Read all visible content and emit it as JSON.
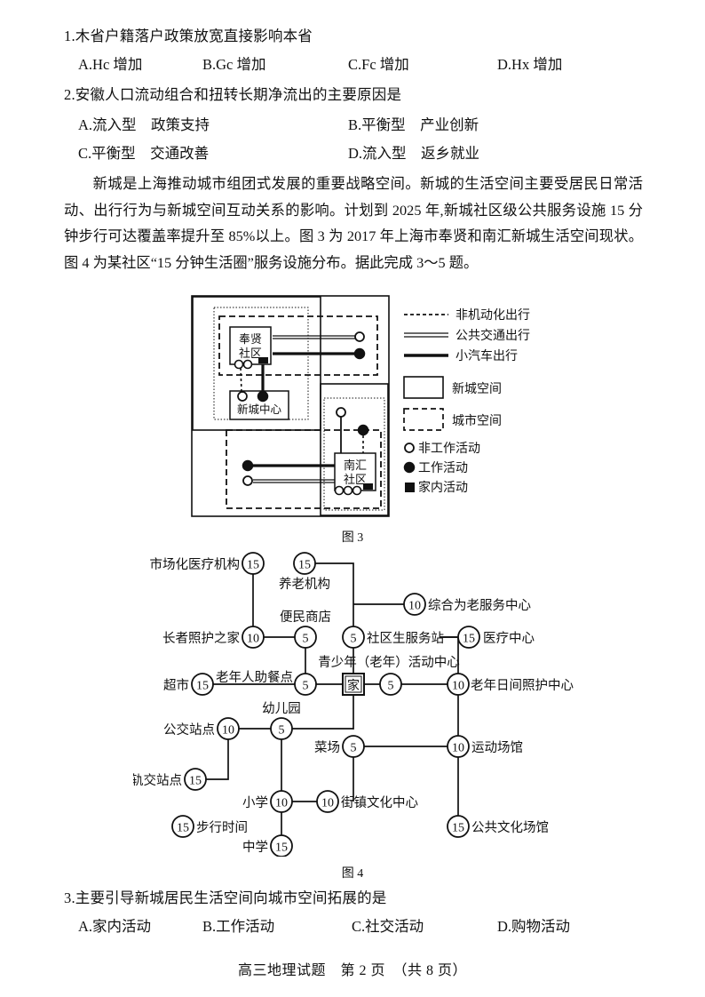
{
  "questions": [
    {
      "number": "1.",
      "stem": "木省户籍落户政策放宽直接影响本省",
      "options": [
        {
          "label": "A.",
          "text": "Hc 增加"
        },
        {
          "label": "B.",
          "text": "Gc 增加"
        },
        {
          "label": "C.",
          "text": "Fc 增加"
        },
        {
          "label": "D.",
          "text": "Hx 增加"
        }
      ]
    },
    {
      "number": "2.",
      "stem": "安徽人口流动组合和扭转长期净流出的主要原因是",
      "options": [
        {
          "label": "A.",
          "text": "流入型　政策支持"
        },
        {
          "label": "B.",
          "text": "平衡型　产业创新"
        },
        {
          "label": "C.",
          "text": "平衡型　交通改善"
        },
        {
          "label": "D.",
          "text": "流入型　返乡就业"
        }
      ]
    },
    {
      "number": "3.",
      "stem": "主要引导新城居民生活空间向城市空间拓展的是",
      "options": [
        {
          "label": "A.",
          "text": "家内活动"
        },
        {
          "label": "B.",
          "text": "工作活动"
        },
        {
          "label": "C.",
          "text": "社交活动"
        },
        {
          "label": "D.",
          "text": "购物活动"
        }
      ]
    }
  ],
  "passage": "新城是上海推动城市组团式发展的重要战略空间。新城的生活空间主要受居民日常活动、出行行为与新城空间互动关系的影响。计划到 2025 年,新城社区级公共服务设施 15 分钟步行可达覆盖率提升至 85%以上。图 3 为 2017 年上海市奉贤和南汇新城生活空间现状。图 4 为某社区“15 分钟生活圈”服务设施分布。据此完成 3～5 题。",
  "figure3": {
    "caption": "图 3",
    "areas": [
      {
        "name": "奉贤社区",
        "line1": "奉贤",
        "line2": "社区"
      },
      {
        "name": "新城中心",
        "line1": "新城中心"
      },
      {
        "name": "南汇社区",
        "line1": "南汇",
        "line2": "社区"
      }
    ],
    "legend": [
      {
        "symbol": "dotted-line",
        "label": "非机动化出行"
      },
      {
        "symbol": "double-line",
        "label": "公共交通出行"
      },
      {
        "symbol": "thick-line",
        "label": "小汽车出行"
      },
      {
        "symbol": "solid-box",
        "label": "新城空间"
      },
      {
        "symbol": "dashed-box",
        "label": "城市空间"
      },
      {
        "symbol": "open-circle",
        "label": "非工作活动"
      },
      {
        "symbol": "filled-circle",
        "label": "工作活动"
      },
      {
        "symbol": "filled-square",
        "label": "家内活动"
      }
    ]
  },
  "figure4": {
    "caption": "图 4",
    "legend_note": {
      "value": "15",
      "label": "步行时间"
    },
    "center_node": "家",
    "nodes": [
      {
        "id": "shichanghua",
        "label": "市场化医疗机构",
        "value": "15",
        "label_side": "left"
      },
      {
        "id": "yanglao",
        "label": "养老机构",
        "value": "15",
        "label_side": "below"
      },
      {
        "id": "zonghe",
        "label": "综合为老服务中心",
        "value": "10",
        "label_side": "right"
      },
      {
        "id": "zhangzhe",
        "label": "长者照护之家",
        "value": "10",
        "label_side": "left"
      },
      {
        "id": "bianmin",
        "label": "便民商店",
        "value": "5",
        "label_side": "above"
      },
      {
        "id": "shequsheng",
        "label": "社区生服务站",
        "value": "5",
        "label_side": "right"
      },
      {
        "id": "yiliao",
        "label": "医疗中心",
        "value": "15",
        "label_side": "right"
      },
      {
        "id": "chaoshi",
        "label": "超市",
        "value": "15",
        "label_side": "left"
      },
      {
        "id": "laonianren",
        "label": "老年人助餐点",
        "value": "5",
        "label_side": "left"
      },
      {
        "id": "qingshaonian",
        "label": "青少年（老年）活动中心",
        "value": "5",
        "label_side": "above"
      },
      {
        "id": "laonianriijian",
        "label": "老年日间照护中心",
        "value": "10",
        "label_side": "right"
      },
      {
        "id": "youeryuan",
        "label": "幼儿园",
        "value": "5",
        "label_side": "above"
      },
      {
        "id": "gongjiao",
        "label": "公交站点",
        "value": "10",
        "label_side": "left"
      },
      {
        "id": "caichang",
        "label": "菜场",
        "value": "5",
        "label_side": "left"
      },
      {
        "id": "yundong",
        "label": "运动场馆",
        "value": "10",
        "label_side": "right"
      },
      {
        "id": "guijiao",
        "label": "轨交站点",
        "value": "15",
        "label_side": "left"
      },
      {
        "id": "xiaoxue",
        "label": "小学",
        "value": "10",
        "label_side": "left"
      },
      {
        "id": "jiezhen",
        "label": "街镇文化中心",
        "value": "10",
        "label_side": "right"
      },
      {
        "id": "gonggongwenhua",
        "label": "公共文化场馆",
        "value": "15",
        "label_side": "right"
      },
      {
        "id": "zhongxue",
        "label": "中学",
        "value": "15",
        "label_side": "left"
      }
    ]
  },
  "footer": "高三地理试题　第 2 页　（共 8 页）"
}
